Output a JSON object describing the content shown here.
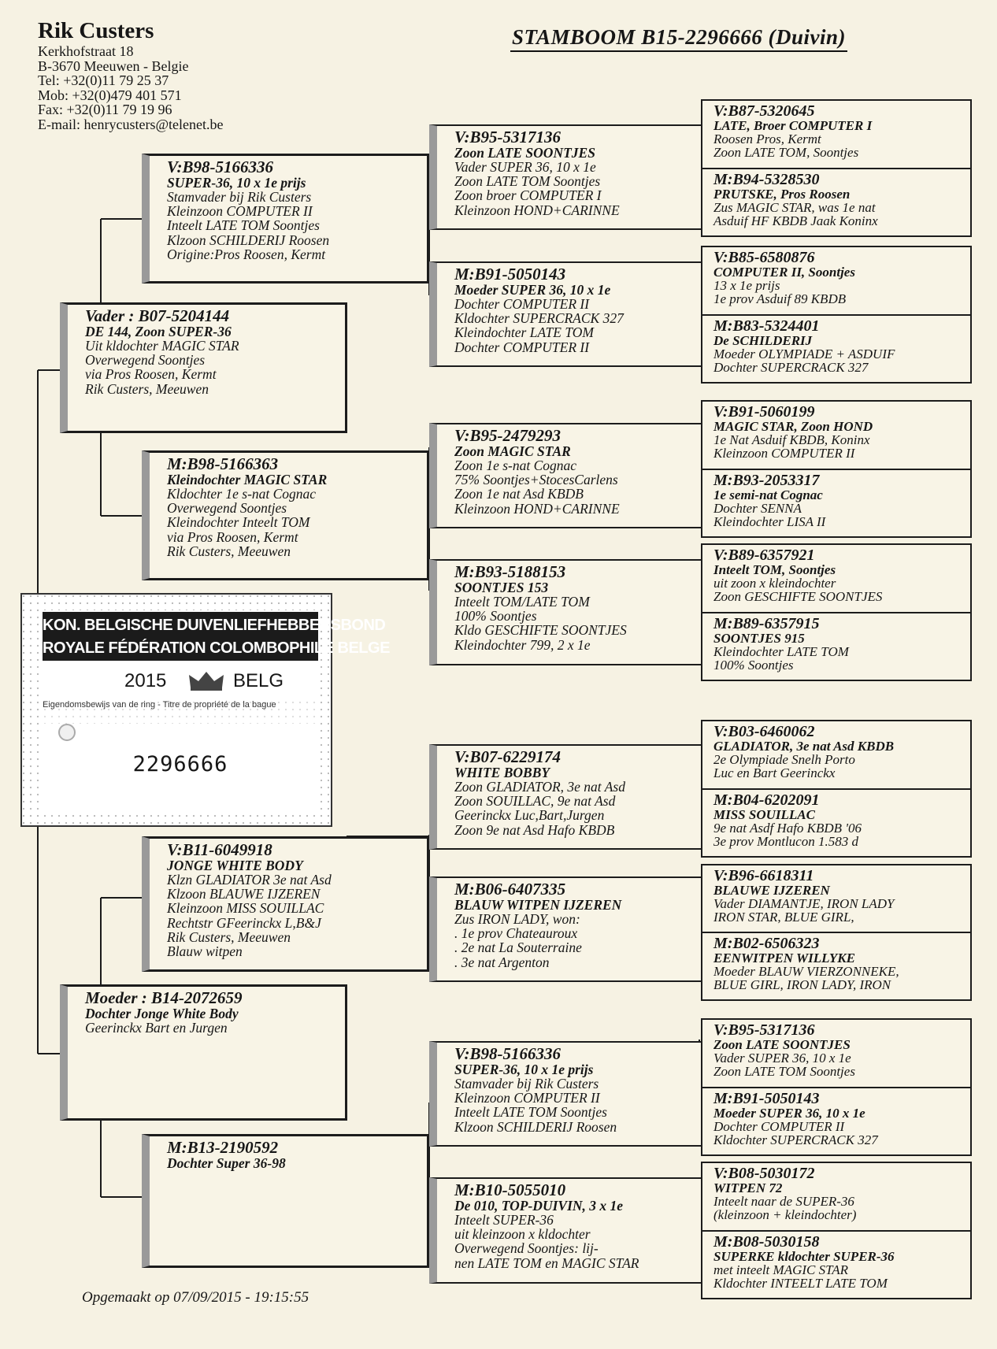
{
  "owner": {
    "name": "Rik Custers",
    "lines": [
      "Kerkhofstraat 18",
      "B-3670 Meeuwen - Belgie",
      "Tel: +32(0)11 79 25 37",
      "Mob: +32(0)479 401 571",
      "Fax: +32(0)11 79 19 96",
      "E-mail: henrycusters@telenet.be"
    ]
  },
  "title": "STAMBOOM  B15-2296666 (Duivin)",
  "ring_card": {
    "line1": "KON. BELGISCHE DUIVENLIEFHEBBERSBOND",
    "line2": "ROYALE FÉDÉRATION COLOMBOPHILE BELGE",
    "year": "2015",
    "country": "BELG",
    "property_text": "Eigendomsbewijs van de ring - Titre de propriété de la bague",
    "ring_number": "2296666",
    "crown_icon": "crown-icon"
  },
  "gen1": [
    {
      "id": "Vader : B07-5204144",
      "name": "DE 144, Zoon SUPER-36",
      "lines": [
        "Uit kldochter MAGIC STAR",
        "Overwegend Soontjes",
        "via Pros Roosen, Kermt",
        "Rik Custers, Meeuwen"
      ]
    },
    {
      "id": "Moeder : B14-2072659",
      "name": "Dochter Jonge White Body",
      "lines": [
        "Geerinckx Bart en Jurgen"
      ]
    }
  ],
  "gen2": [
    {
      "id": "V:B98-5166336",
      "name": "SUPER-36, 10 x 1e prijs",
      "lines": [
        "Stamvader bij Rik Custers",
        "Kleinzoon COMPUTER II",
        "Inteelt LATE TOM Soontjes",
        "Klzoon SCHILDERIJ Roosen",
        "Origine:Pros Roosen, Kermt"
      ]
    },
    {
      "id": "M:B98-5166363",
      "name": "Kleindochter MAGIC STAR",
      "lines": [
        "Kldochter 1e s-nat Cognac",
        "Overwegend Soontjes",
        "Kleindochter Inteelt TOM",
        "via Pros Roosen, Kermt",
        "Rik Custers, Meeuwen"
      ]
    },
    {
      "id": "V:B11-6049918",
      "name": "JONGE WHITE BODY",
      "lines": [
        "Klzn GLADIATOR 3e nat Asd",
        "Klzoon BLAUWE IJZEREN",
        "Kleinzoon MISS SOUILLAC",
        "Rechtstr GFeerinckx L,B&J",
        "Rik Custers, Meeuwen",
        "Blauw witpen"
      ]
    },
    {
      "id": "M:B13-2190592",
      "name": "Dochter Super 36-98",
      "lines": []
    }
  ],
  "gen3": [
    {
      "id": "V:B95-5317136",
      "name": "Zoon LATE SOONTJES",
      "lines": [
        "Vader SUPER 36, 10 x 1e",
        "Zoon LATE TOM Soontjes",
        "Zoon broer COMPUTER I",
        "Kleinzoon HOND+CARINNE"
      ]
    },
    {
      "id": "M:B91-5050143",
      "name": "Moeder SUPER 36, 10 x 1e",
      "lines": [
        "Dochter COMPUTER II",
        "Kldochter SUPERCRACK 327",
        "Kleindochter LATE TOM",
        "Dochter COMPUTER II"
      ]
    },
    {
      "id": "V:B95-2479293",
      "name": "Zoon MAGIC STAR",
      "lines": [
        "Zoon 1e s-nat Cognac",
        "75% Soontjes+StocesCarlens",
        "Zoon 1e nat Asd KBDB",
        "Kleinzoon HOND+CARINNE"
      ]
    },
    {
      "id": "M:B93-5188153",
      "name": "SOONTJES 153",
      "lines": [
        "Inteelt TOM/LATE TOM",
        "100% Soontjes",
        "Kldo GESCHIFTE SOONTJES",
        "Kleindochter 799, 2 x 1e"
      ]
    },
    {
      "id": "V:B07-6229174",
      "name": "WHITE BOBBY",
      "lines": [
        "Zoon GLADIATOR, 3e nat Asd",
        "Zoon SOUILLAC, 9e nat Asd",
        "Geerinckx Luc,Bart,Jurgen",
        "Zoon 9e nat Asd Hafo KBDB"
      ]
    },
    {
      "id": "M:B06-6407335",
      "name": "BLAUW WITPEN IJZEREN",
      "lines": [
        "Zus IRON LADY, won:",
        ". 1e prov Chateauroux",
        ". 2e nat  La Souterraine",
        ". 3e nat Argenton"
      ]
    },
    {
      "id": "V:B98-5166336",
      "name": "SUPER-36, 10 x 1e prijs",
      "lines": [
        "Stamvader bij Rik Custers",
        "Kleinzoon COMPUTER II",
        "Inteelt LATE TOM Soontjes",
        "Klzoon SCHILDERIJ Roosen"
      ]
    },
    {
      "id": "M:B10-5055010",
      "name": "De 010, TOP-DUIVIN, 3 x 1e",
      "lines": [
        "Inteelt SUPER-36",
        "uit kleinzoon x kldochter",
        "Overwegend Soontjes: lij-",
        "nen LATE TOM en MAGIC STAR"
      ]
    }
  ],
  "gen4": [
    {
      "id": "V:B87-5320645",
      "name": "LATE, Broer COMPUTER I",
      "lines": [
        "Roosen Pros, Kermt",
        "Zoon LATE TOM, Soontjes"
      ]
    },
    {
      "id": "M:B94-5328530",
      "name": "PRUTSKE, Pros Roosen",
      "lines": [
        "Zus MAGIC STAR, was 1e nat",
        "Asduif HF KBDB Jaak Koninx"
      ]
    },
    {
      "id": "V:B85-6580876",
      "name": "COMPUTER II, Soontjes",
      "lines": [
        "13 x 1e prijs",
        "1e prov Asduif 89 KBDB"
      ]
    },
    {
      "id": "M:B83-5324401",
      "name": "De SCHILDERIJ",
      "lines": [
        "Moeder OLYMPIADE + ASDUIF",
        "Dochter SUPERCRACK 327"
      ]
    },
    {
      "id": "V:B91-5060199",
      "name": "MAGIC STAR, Zoon HOND",
      "lines": [
        "1e Nat Asduif KBDB, Koninx",
        "Kleinzoon COMPUTER II"
      ]
    },
    {
      "id": "M:B93-2053317",
      "name": "1e semi-nat Cognac",
      "lines": [
        "Dochter SENNA",
        "Kleindochter LISA II"
      ]
    },
    {
      "id": "V:B89-6357921",
      "name": "Inteelt TOM, Soontjes",
      "lines": [
        "uit zoon x kleindochter",
        "Zoon GESCHIFTE SOONTJES"
      ]
    },
    {
      "id": "M:B89-6357915",
      "name": "SOONTJES 915",
      "lines": [
        "Kleindochter LATE TOM",
        "100% Soontjes"
      ]
    },
    {
      "id": "V:B03-6460062",
      "name": "GLADIATOR, 3e nat Asd KBDB",
      "lines": [
        "2e Olympiade Snelh Porto",
        "Luc en Bart Geerinckx"
      ]
    },
    {
      "id": "M:B04-6202091",
      "name": "MISS SOUILLAC",
      "lines": [
        "9e nat Asdf Hafo KBDB '06",
        "3e prov Montlucon  1.583 d"
      ]
    },
    {
      "id": "V:B96-6618311",
      "name": "BLAUWE IJZEREN",
      "lines": [
        "Vader DIAMANTJE, IRON LADY",
        "IRON STAR, BLUE GIRL,"
      ]
    },
    {
      "id": "M:B02-6506323",
      "name": "EENWITPEN WILLYKE",
      "lines": [
        "Moeder BLAUW VIERZONNEKE,",
        "BLUE GIRL, IRON LADY, IRON"
      ]
    },
    {
      "id": "V:B95-5317136",
      "name": "Zoon LATE SOONTJES",
      "lines": [
        "Vader SUPER 36, 10 x 1e",
        "Zoon LATE TOM Soontjes"
      ]
    },
    {
      "id": "M:B91-5050143",
      "name": "Moeder SUPER 36, 10 x 1e",
      "lines": [
        "Dochter COMPUTER II",
        "Kldochter SUPERCRACK 327"
      ]
    },
    {
      "id": "V:B08-5030172",
      "name": "WITPEN 72",
      "lines": [
        "Inteelt naar de SUPER-36",
        "(kleinzoon + kleindochter)"
      ]
    },
    {
      "id": "M:B08-5030158",
      "name": "SUPERKE kldochter SUPER-36",
      "lines": [
        "met inteelt MAGIC STAR",
        "Kldochter INTEELT LATE TOM"
      ]
    }
  ],
  "footer": "Opgemaakt op 07/09/2015 - 19:15:55"
}
